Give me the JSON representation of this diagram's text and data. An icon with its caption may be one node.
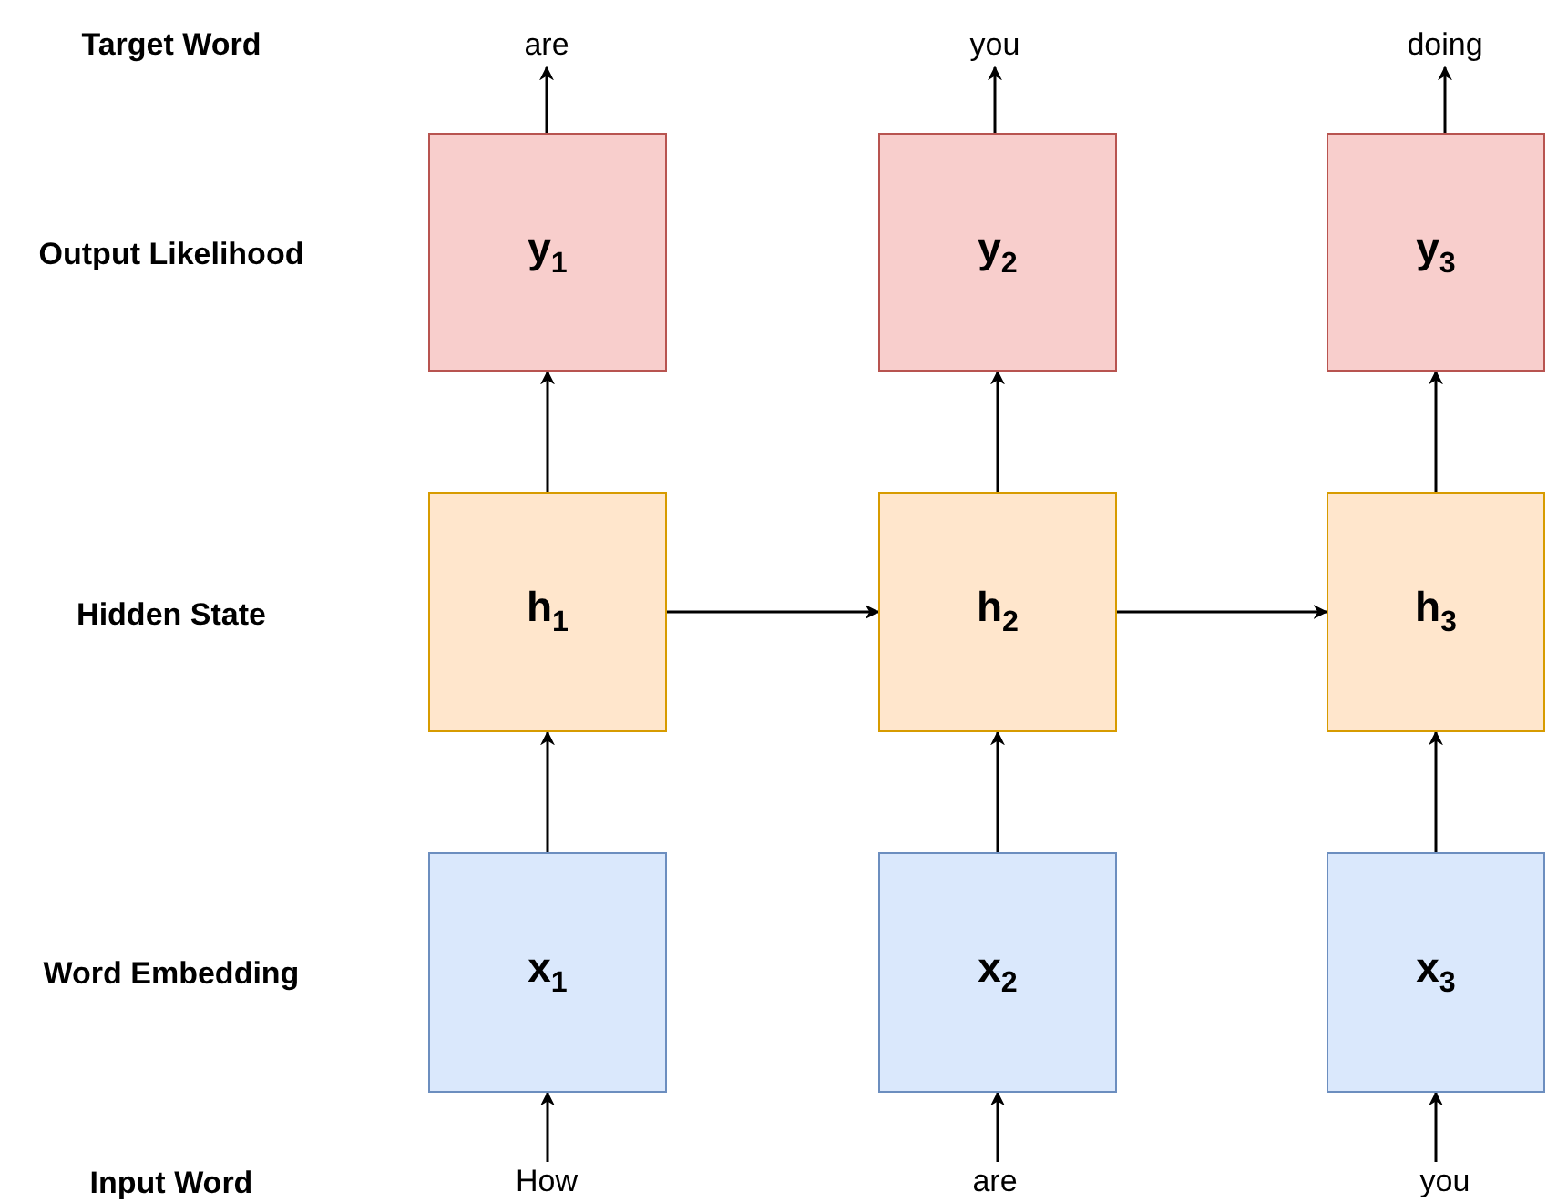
{
  "diagram": {
    "nodes": [
      {
        "text": [
          "are"
        ]
      },
      {
        "text": [
          "you"
        ]
      },
      {
        "text": [
          "doing"
        ]
      },
      {
        "text": [
          "y$_{1}$"
        ]
      },
      {
        "text": [
          "y$_{2}$"
        ]
      },
      {
        "text": [
          "y$_{3}$"
        ]
      },
      {
        "text": [
          "h$_{1}$"
        ]
      },
      {
        "text": [
          "h$_{2}$"
        ]
      },
      {
        "text": [
          "h$_{3}$"
        ]
      },
      {
        "text": [
          "x$_{1}$"
        ]
      },
      {
        "text": [
          "x$_{2}$"
        ]
      },
      {
        "text": [
          "x$_{3}$"
        ]
      },
      {
        "text": [
          "How"
        ]
      },
      {
        "text": [
          "are"
        ]
      },
      {
        "text": [
          "you"
        ]
      }
    ],
    "edges": [
      {
        "from": 3,
        "to": 0,
        "arrow": "to"
      },
      {
        "from": 4,
        "to": 1,
        "arrow": "to"
      },
      {
        "from": 5,
        "to": 2,
        "arrow": "to"
      },
      {
        "from": 6,
        "to": 3,
        "arrow": "to"
      },
      {
        "from": 7,
        "to": 4,
        "arrow": "to"
      },
      {
        "from": 8,
        "to": 5,
        "arrow": "to"
      },
      {
        "from": 6,
        "to": 7,
        "arrow": "to"
      },
      {
        "from": 7,
        "to": 8,
        "arrow": "to"
      },
      {
        "from": 9,
        "to": 6,
        "arrow": "to"
      },
      {
        "from": 10,
        "to": 7,
        "arrow": "to"
      },
      {
        "from": 11,
        "to": 8,
        "arrow": "to"
      },
      {
        "from": 12,
        "to": 9,
        "arrow": "to"
      },
      {
        "from": 13,
        "to": 10,
        "arrow": "to"
      },
      {
        "from": 14,
        "to": 11,
        "arrow": "to"
      }
    ],
    "labels": [
      "Target Word",
      "Output Likelihood",
      "Hidden State",
      "Word Embedding",
      "Input Word"
    ]
  }
}
